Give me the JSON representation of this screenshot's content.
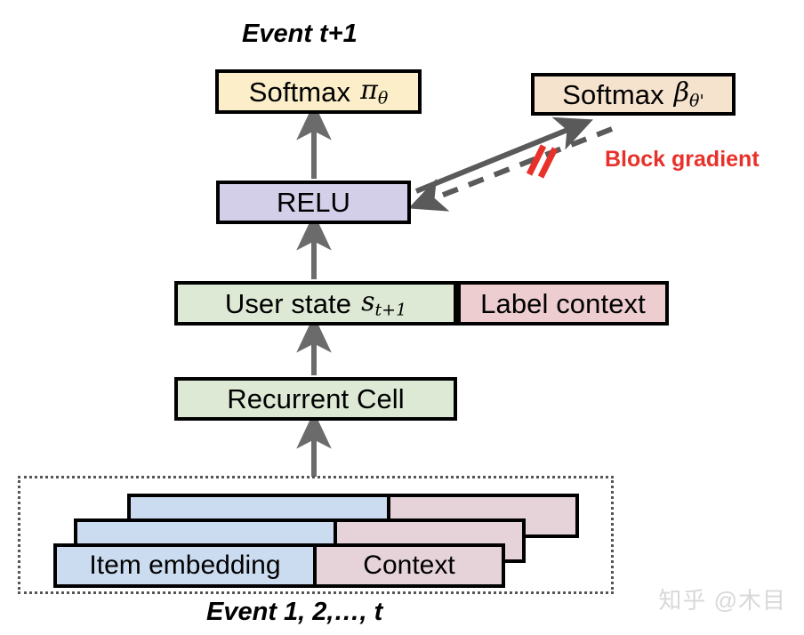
{
  "diagram": {
    "title_top": "Event t+1",
    "title_bottom": "Event 1, 2,…, t",
    "watermark": "知乎 @木目",
    "nodes": {
      "softmax_policy": {
        "label": "Softmax",
        "symbol": "π",
        "subscript": "θ",
        "color": "#fbeec9"
      },
      "softmax_beta": {
        "label": "Softmax",
        "symbol": "β",
        "subscript": "θ'",
        "color": "#f6e3cd"
      },
      "relu": {
        "label": "RELU",
        "color": "#d3cfe8"
      },
      "user_state": {
        "label": "User state",
        "symbol": "s",
        "subscript": "t+1",
        "color": "#dde9d5"
      },
      "label_context": {
        "label": "Label context",
        "color": "#edcdcf"
      },
      "recurrent_cell": {
        "label": "Recurrent Cell",
        "color": "#dde9d5"
      }
    },
    "annotations": {
      "block_gradient": {
        "text": "Block gradient",
        "color": "#e8312a"
      }
    },
    "event_stack": {
      "rows": [
        {
          "item_label": "",
          "context_label": ""
        },
        {
          "item_label": "",
          "context_label": ""
        },
        {
          "item_label": "Item embedding",
          "context_label": "Context"
        }
      ],
      "item_color": "#ccdcf0",
      "context_color": "#e5d3d9"
    },
    "edges": [
      {
        "from": "relu",
        "to": "softmax_policy",
        "style": "solid",
        "color": "#6b6b6b"
      },
      {
        "from": "user_state",
        "to": "relu",
        "style": "solid",
        "color": "#6b6b6b"
      },
      {
        "from": "recurrent_cell",
        "to": "user_state",
        "style": "solid",
        "color": "#6b6b6b"
      },
      {
        "from": "event_stack",
        "to": "recurrent_cell",
        "style": "solid",
        "color": "#6b6b6b"
      },
      {
        "from": "relu",
        "to": "softmax_beta",
        "style": "solid",
        "color": "#5a5a5a"
      },
      {
        "from": "softmax_beta",
        "to": "relu",
        "style": "dashed",
        "color": "#5a5a5a",
        "blocked": true
      }
    ]
  }
}
